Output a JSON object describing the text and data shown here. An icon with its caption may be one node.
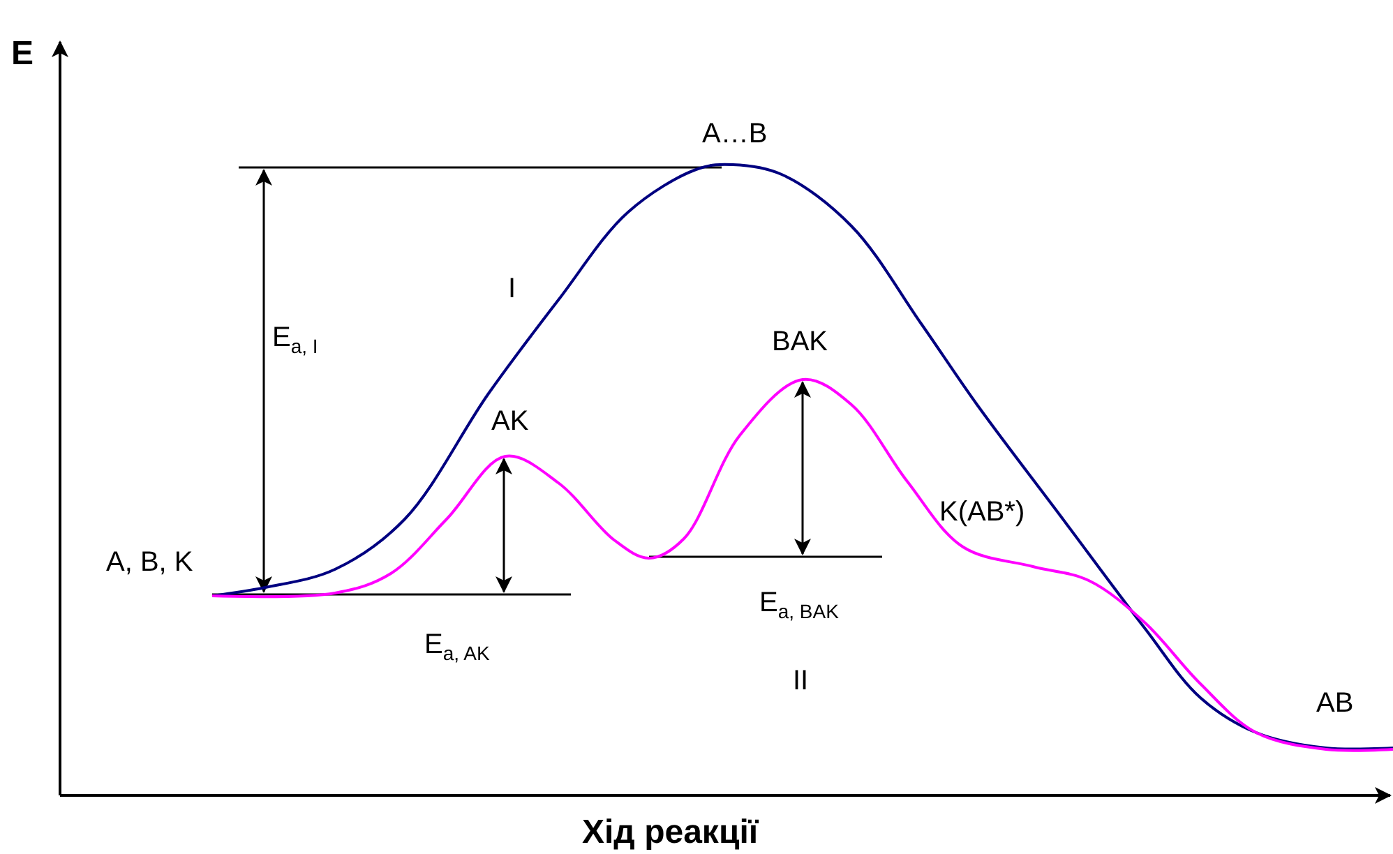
{
  "diagram": {
    "labels": [
      "E",
      "A…B",
      "I",
      "E$_{a, I}$",
      "BAK",
      "AK",
      "K(AB*)",
      "A, B, K",
      "E$_{a, BAK}$",
      "E$_{a, AK}$",
      "II",
      "AB",
      "Хід реакції"
    ]
  }
}
